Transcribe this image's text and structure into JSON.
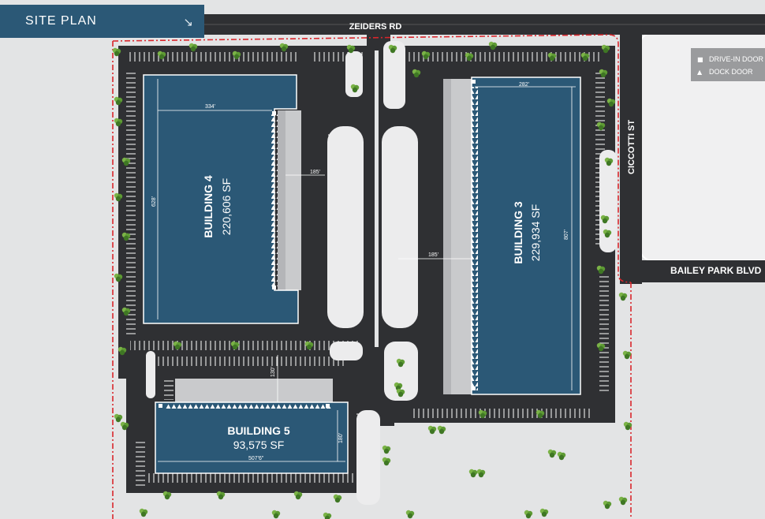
{
  "header": {
    "title": "SITE PLAN",
    "arrow_icon": "arrow-down-right-icon"
  },
  "legend": {
    "items": [
      {
        "symbol": "■",
        "label": "DRIVE-IN DOOR"
      },
      {
        "symbol": "▲",
        "label": "DOCK DOOR"
      }
    ]
  },
  "streets": {
    "zeiders": "ZEIDERS RD",
    "ciccotti": "CICCOTTI ST",
    "bailey_park": "BAILEY PARK BLVD"
  },
  "buildings": [
    {
      "name": "BUILDING 4",
      "area": "220,606 SF",
      "dims": {
        "width": "334'",
        "depth": "628'",
        "truck_court": "185'"
      }
    },
    {
      "name": "BUILDING 3",
      "area": "229,934 SF",
      "dims": {
        "width": "282'",
        "depth": "807'",
        "truck_court": "185'"
      }
    },
    {
      "name": "BUILDING 5",
      "area": "93,575 SF",
      "dims": {
        "width": "507'6\"",
        "depth": "180'",
        "truck_court": "130'"
      }
    }
  ],
  "colors": {
    "building": "#2b5876",
    "pavement": "#2f3033",
    "ground": "#e3e4e5",
    "boundary": "#d9262c",
    "header": "#2b5876",
    "legend": "#9a9b9d"
  }
}
